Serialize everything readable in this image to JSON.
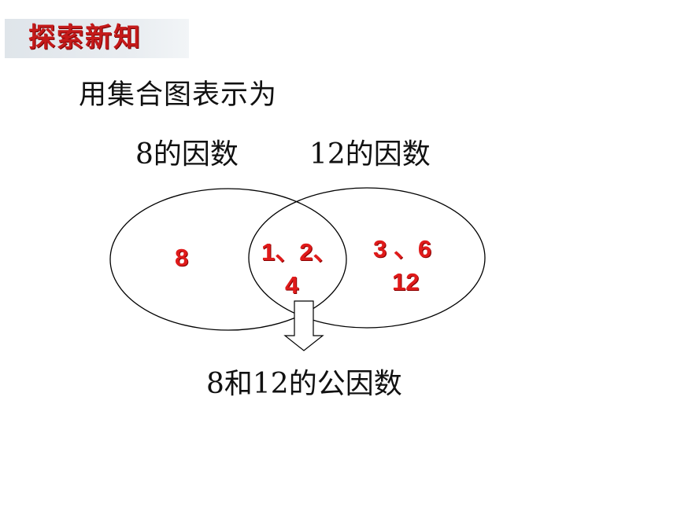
{
  "header": {
    "title": "探索新知"
  },
  "subtitle": "用集合图表示为",
  "sets": {
    "a": {
      "label": "8的因数",
      "only": "8"
    },
    "b": {
      "label": "12的因数",
      "only_line1": "3 、6",
      "only_line2": "12"
    },
    "intersection": {
      "line1": "1、2、",
      "line2": "4"
    }
  },
  "result_label": "8和12的公因数",
  "colors": {
    "accent": "#e01b1b",
    "title": "#c41a1a",
    "stroke": "#000000"
  },
  "icons": {
    "arrow": "down-arrow-icon"
  }
}
